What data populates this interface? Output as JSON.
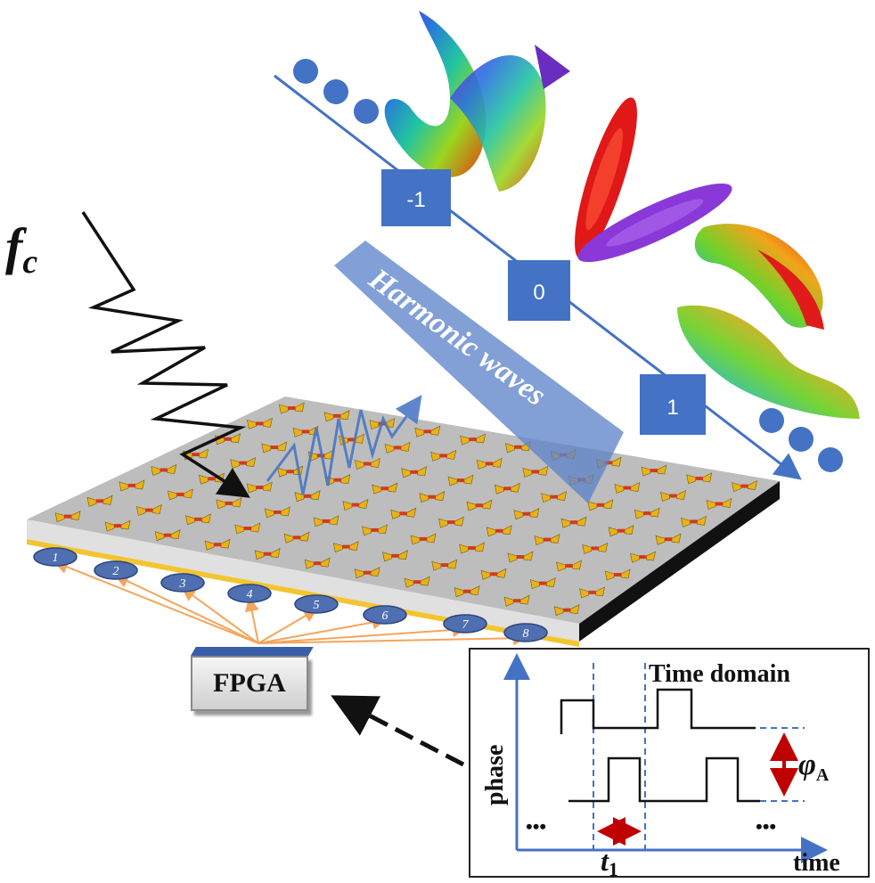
{
  "incident": {
    "symbol": "f",
    "subscript": "c"
  },
  "beam_label": "Harmonic waves",
  "harmonic_orders": [
    "-1",
    "0",
    "1"
  ],
  "controller": {
    "label": "FPGA"
  },
  "channels": [
    "1",
    "2",
    "3",
    "4",
    "5",
    "6",
    "7",
    "8"
  ],
  "inset": {
    "title": "Time domain",
    "y_axis": "phase",
    "x_axis": "time",
    "delay_symbol": "t",
    "delay_subscript": "1",
    "phase_symbol": "φ",
    "phase_subscript": "A",
    "ellipsis_left": "•••",
    "ellipsis_right": "•••"
  },
  "colors": {
    "accent_blue": "#4472c4",
    "arrow_red": "#c00000",
    "unit_gold": "#e8b21a",
    "wire_orange": "#f4a55a"
  }
}
